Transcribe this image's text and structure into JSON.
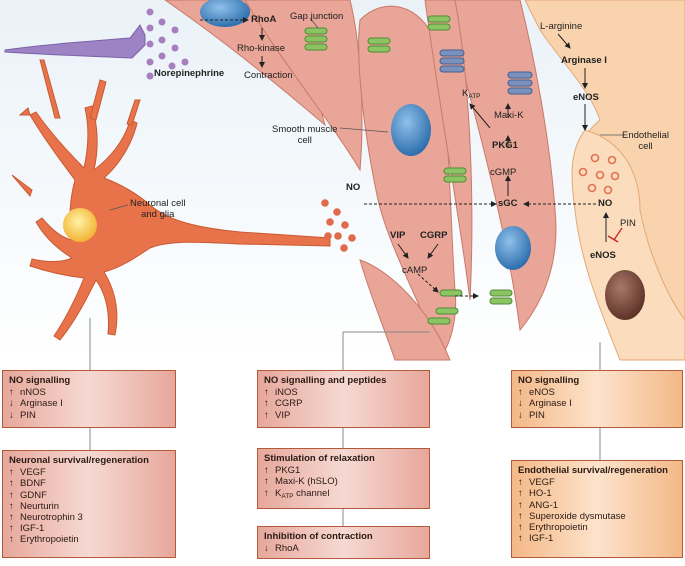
{
  "labels": {
    "rhoa": "RhoA",
    "gap_junction": "Gap junction",
    "rho_kinase": "Rho-kinase",
    "contraction": "Contraction",
    "norepinephrine": "Norepinephrine",
    "l_arginine": "L-arginine",
    "arginase_i": "Arginase I",
    "enos_top": "eNOS",
    "katp_main": "K",
    "katp_sub": "ATP",
    "maxik": "Maxi-K",
    "endothelial_cell": "Endothelial\ncell",
    "smooth_muscle_cell": "Smooth muscle\ncell",
    "pkg1": "PKG1",
    "cgmp": "cGMP",
    "neuronal_cell": "Neuronal cell\nand glia",
    "no_left": "NO",
    "sgc": "sGC",
    "no_right": "NO",
    "vip": "VIP",
    "cgrp": "CGRP",
    "pin": "PIN",
    "camp": "cAMP",
    "enos_bottom": "eNOS"
  },
  "boxes": {
    "left_top": {
      "title": "NO signalling",
      "rows": [
        {
          "arrow": "↑",
          "text": "nNOS"
        },
        {
          "arrow": "↓",
          "text": "Arginase I"
        },
        {
          "arrow": "↓",
          "text": "PIN"
        }
      ]
    },
    "left_bottom": {
      "title": "Neuronal survival/regeneration",
      "rows": [
        {
          "arrow": "↑",
          "text": "VEGF"
        },
        {
          "arrow": "↑",
          "text": "BDNF"
        },
        {
          "arrow": "↑",
          "text": "GDNF"
        },
        {
          "arrow": "↑",
          "text": "Neurturin"
        },
        {
          "arrow": "↑",
          "text": "Neurotrophin 3"
        },
        {
          "arrow": "↑",
          "text": "IGF-1"
        },
        {
          "arrow": "↑",
          "text": "Erythropoietin"
        }
      ]
    },
    "mid_top": {
      "title": "NO signalling and peptides",
      "rows": [
        {
          "arrow": "↑",
          "text": "iNOS"
        },
        {
          "arrow": "↑",
          "text": "CGRP"
        },
        {
          "arrow": "↑",
          "text": "VIP"
        }
      ]
    },
    "mid_relax": {
      "title": "Stimulation of relaxation",
      "rows": [
        {
          "arrow": "↑",
          "text": "PKG1"
        },
        {
          "arrow": "↑",
          "text": "Maxi-K (hSLO)"
        }
      ],
      "katp_arrow": "↑",
      "katp_main": "K",
      "katp_sub": "ATP",
      "katp_tail": " channel"
    },
    "mid_contract": {
      "title": "Inhibition of contraction",
      "rows": [
        {
          "arrow": "↓",
          "text": "RhoA"
        }
      ]
    },
    "right_top": {
      "title": "NO signalling",
      "rows": [
        {
          "arrow": "↑",
          "text": "eNOS"
        },
        {
          "arrow": "↓",
          "text": "Arginase I"
        },
        {
          "arrow": "↓",
          "text": "PIN"
        }
      ]
    },
    "right_bottom": {
      "title": "Endothelial survival/regeneration",
      "rows": [
        {
          "arrow": "↑",
          "text": "VEGF"
        },
        {
          "arrow": "↑",
          "text": "HO-1"
        },
        {
          "arrow": "↑",
          "text": "ANG-1"
        },
        {
          "arrow": "↑",
          "text": "Superoxide dysmutase"
        },
        {
          "arrow": "↑",
          "text": "Erythropoietin"
        },
        {
          "arrow": "↑",
          "text": "IGF-1"
        }
      ]
    }
  },
  "colors": {
    "smooth_muscle": "#e9a597",
    "endothelial": "#f9d3ad",
    "neuron": "#e8734a",
    "nucleus_blue": "#3f86c4",
    "nucleus_brown": "#7a4a3a",
    "gap_green": "#7dbb55",
    "katp_blue": "#6b83b3",
    "no_dot": "#e06a4c",
    "norepi_dot": "#a77fbf"
  }
}
